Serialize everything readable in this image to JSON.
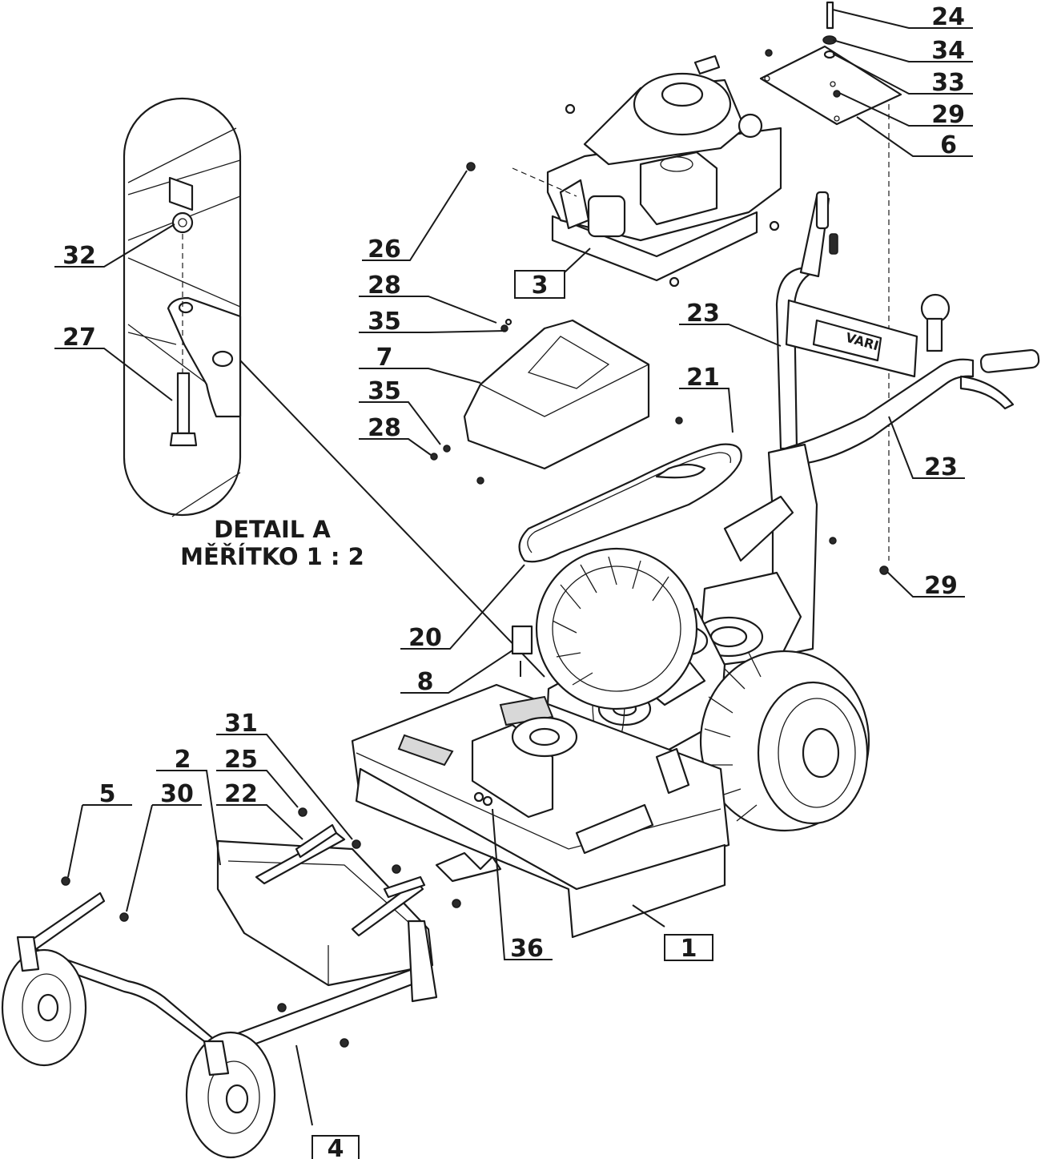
{
  "detail": {
    "title_line1": "DETAIL A",
    "title_line2": "MĚŘÍTKO 1 : 2"
  },
  "callouts": {
    "c24": "24",
    "c34": "34",
    "c33": "33",
    "c29_top": "29",
    "c6": "6",
    "c26": "26",
    "c3": "3",
    "c28_a": "28",
    "c35_a": "35",
    "c7": "7",
    "c35_b": "35",
    "c28_b": "28",
    "c21": "21",
    "c23_a": "23",
    "c23_b": "23",
    "c29_right": "29",
    "c20": "20",
    "c8": "8",
    "c32": "32",
    "c27": "27",
    "c31": "31",
    "c2": "2",
    "c25": "25",
    "c5": "5",
    "c30": "30",
    "c22": "22",
    "c36": "36",
    "c1": "1",
    "c4": "4"
  },
  "brand": {
    "handle_logo": "VARI"
  }
}
